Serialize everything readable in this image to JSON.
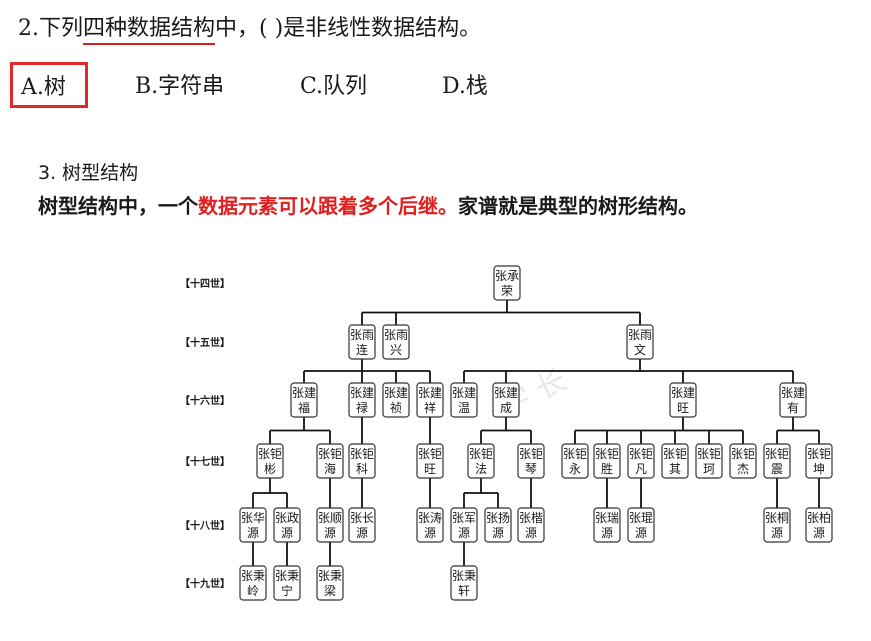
{
  "question": {
    "prefix": "2.下列",
    "underlined": "四种数据结构",
    "suffix": "中，(      )是非线性数据结构。"
  },
  "options": [
    {
      "label": "A.树",
      "selected": true
    },
    {
      "label": "B.字符串",
      "selected": false
    },
    {
      "label": "C.队列",
      "selected": false
    },
    {
      "label": "D.栈",
      "selected": false
    }
  ],
  "section": {
    "title": "3.  树型结构",
    "text_before": "树型结构中，一个",
    "text_red": "数据元素可以跟着多个后继。",
    "text_after": "家谱就是典型的树形结构。"
  },
  "tree": {
    "generations": [
      "【十四世】",
      "【十五世】",
      "【十六世】",
      "【十七世】",
      "【十八世】",
      "【十九世】"
    ],
    "nodes": [
      {
        "id": "n0",
        "gen": 0,
        "text": [
          "张承",
          "荣"
        ]
      },
      {
        "id": "n1",
        "gen": 1,
        "text": [
          "张雨",
          "连"
        ],
        "parent": "n0"
      },
      {
        "id": "n2",
        "gen": 1,
        "text": [
          "张雨",
          "兴"
        ],
        "parent": "n0"
      },
      {
        "id": "n3",
        "gen": 1,
        "text": [
          "张雨",
          "文"
        ],
        "parent": "n0"
      },
      {
        "id": "n4",
        "gen": 2,
        "text": [
          "张建",
          "福"
        ],
        "parent": "n1"
      },
      {
        "id": "n5",
        "gen": 2,
        "text": [
          "张建",
          "禄"
        ],
        "parent": "n1"
      },
      {
        "id": "n6",
        "gen": 2,
        "text": [
          "张建",
          "祯"
        ],
        "parent": "n1"
      },
      {
        "id": "n7",
        "gen": 2,
        "text": [
          "张建",
          "祥"
        ],
        "parent": "n1"
      },
      {
        "id": "n8",
        "gen": 2,
        "text": [
          "张建",
          "温"
        ],
        "parent": "n3"
      },
      {
        "id": "n9",
        "gen": 2,
        "text": [
          "张建",
          "成"
        ],
        "parent": "n3"
      },
      {
        "id": "n10",
        "gen": 2,
        "text": [
          "张建",
          "旺"
        ],
        "parent": "n3"
      },
      {
        "id": "n11",
        "gen": 2,
        "text": [
          "张建",
          "有"
        ],
        "parent": "n3"
      },
      {
        "id": "n12",
        "gen": 3,
        "text": [
          "张钜",
          "彬"
        ],
        "parent": "n4"
      },
      {
        "id": "n13",
        "gen": 3,
        "text": [
          "张钜",
          "海"
        ],
        "parent": "n4"
      },
      {
        "id": "n14",
        "gen": 3,
        "text": [
          "张钜",
          "科"
        ],
        "parent": "n5"
      },
      {
        "id": "n15",
        "gen": 3,
        "text": [
          "张钜",
          "旺"
        ],
        "parent": "n7"
      },
      {
        "id": "n16",
        "gen": 3,
        "text": [
          "张钜",
          "法"
        ],
        "parent": "n9"
      },
      {
        "id": "n17",
        "gen": 3,
        "text": [
          "张钜",
          "琴"
        ],
        "parent": "n9"
      },
      {
        "id": "n18",
        "gen": 3,
        "text": [
          "张钜",
          "永"
        ],
        "parent": "n10"
      },
      {
        "id": "n19",
        "gen": 3,
        "text": [
          "张钜",
          "胜"
        ],
        "parent": "n10"
      },
      {
        "id": "n20",
        "gen": 3,
        "text": [
          "张钜",
          "凡"
        ],
        "parent": "n10"
      },
      {
        "id": "n21",
        "gen": 3,
        "text": [
          "张钜",
          "其"
        ],
        "parent": "n10"
      },
      {
        "id": "n22",
        "gen": 3,
        "text": [
          "张钜",
          "珂"
        ],
        "parent": "n10"
      },
      {
        "id": "n23",
        "gen": 3,
        "text": [
          "张钜",
          "杰"
        ],
        "parent": "n10"
      },
      {
        "id": "n24",
        "gen": 3,
        "text": [
          "张钜",
          "震"
        ],
        "parent": "n11"
      },
      {
        "id": "n25",
        "gen": 3,
        "text": [
          "张钜",
          "坤"
        ],
        "parent": "n11"
      },
      {
        "id": "n26",
        "gen": 4,
        "text": [
          "张华",
          "源"
        ],
        "parent": "n12"
      },
      {
        "id": "n27",
        "gen": 4,
        "text": [
          "张政",
          "源"
        ],
        "parent": "n12"
      },
      {
        "id": "n28",
        "gen": 4,
        "text": [
          "张顺",
          "源"
        ],
        "parent": "n13"
      },
      {
        "id": "n29",
        "gen": 4,
        "text": [
          "张长",
          "源"
        ],
        "parent": "n14"
      },
      {
        "id": "n30",
        "gen": 4,
        "text": [
          "张涛",
          "源"
        ],
        "parent": "n15"
      },
      {
        "id": "n31",
        "gen": 4,
        "text": [
          "张军",
          "源"
        ],
        "parent": "n16"
      },
      {
        "id": "n32",
        "gen": 4,
        "text": [
          "张扬",
          "源"
        ],
        "parent": "n16"
      },
      {
        "id": "n33",
        "gen": 4,
        "text": [
          "张楷",
          "源"
        ],
        "parent": "n17"
      },
      {
        "id": "n34",
        "gen": 4,
        "text": [
          "张瑞",
          "源"
        ],
        "parent": "n19"
      },
      {
        "id": "n35",
        "gen": 4,
        "text": [
          "张琨",
          "源"
        ],
        "parent": "n20"
      },
      {
        "id": "n36",
        "gen": 4,
        "text": [
          "张桐",
          "源"
        ],
        "parent": "n24"
      },
      {
        "id": "n37",
        "gen": 4,
        "text": [
          "张柏",
          "源"
        ],
        "parent": "n25"
      },
      {
        "id": "n38",
        "gen": 5,
        "text": [
          "张秉",
          "岭"
        ],
        "parent": "n26"
      },
      {
        "id": "n39",
        "gen": 5,
        "text": [
          "张秉",
          "宁"
        ],
        "parent": "n27"
      },
      {
        "id": "n40",
        "gen": 5,
        "text": [
          "张秉",
          "梁"
        ],
        "parent": "n28"
      },
      {
        "id": "n41",
        "gen": 5,
        "text": [
          "张秉",
          "轩"
        ],
        "parent": "n31"
      }
    ]
  }
}
